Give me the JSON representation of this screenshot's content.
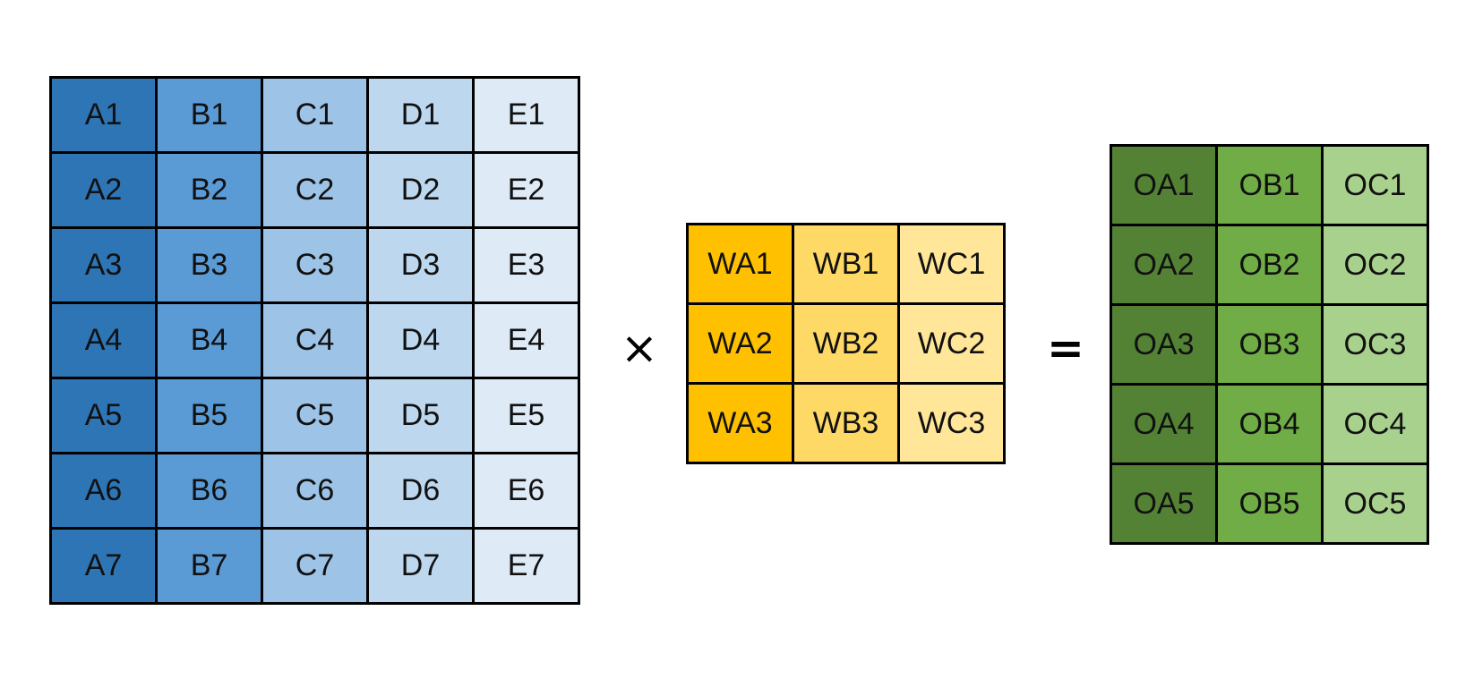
{
  "input_matrix": {
    "column_colors": [
      "#2e75b6",
      "#5b9bd5",
      "#9dc3e6",
      "#bdd7ee",
      "#deebf7"
    ],
    "rows": [
      [
        "A1",
        "B1",
        "C1",
        "D1",
        "E1"
      ],
      [
        "A2",
        "B2",
        "C2",
        "D2",
        "E2"
      ],
      [
        "A3",
        "B3",
        "C3",
        "D3",
        "E3"
      ],
      [
        "A4",
        "B4",
        "C4",
        "D4",
        "E4"
      ],
      [
        "A5",
        "B5",
        "C5",
        "D5",
        "E5"
      ],
      [
        "A6",
        "B6",
        "C6",
        "D6",
        "E6"
      ],
      [
        "A7",
        "B7",
        "C7",
        "D7",
        "E7"
      ]
    ]
  },
  "operator_multiply": "×",
  "weight_matrix": {
    "column_colors": [
      "#ffc000",
      "#ffd966",
      "#ffe699"
    ],
    "rows": [
      [
        "WA1",
        "WB1",
        "WC1"
      ],
      [
        "WA2",
        "WB2",
        "WC2"
      ],
      [
        "WA3",
        "WB3",
        "WC3"
      ]
    ]
  },
  "operator_equals": "=",
  "output_matrix": {
    "column_colors": [
      "#548235",
      "#70ad47",
      "#a9d18e"
    ],
    "rows": [
      [
        "OA1",
        "OB1",
        "OC1"
      ],
      [
        "OA2",
        "OB2",
        "OC2"
      ],
      [
        "OA3",
        "OB3",
        "OC3"
      ],
      [
        "OA4",
        "OB4",
        "OC4"
      ],
      [
        "OA5",
        "OB5",
        "OC5"
      ]
    ]
  }
}
